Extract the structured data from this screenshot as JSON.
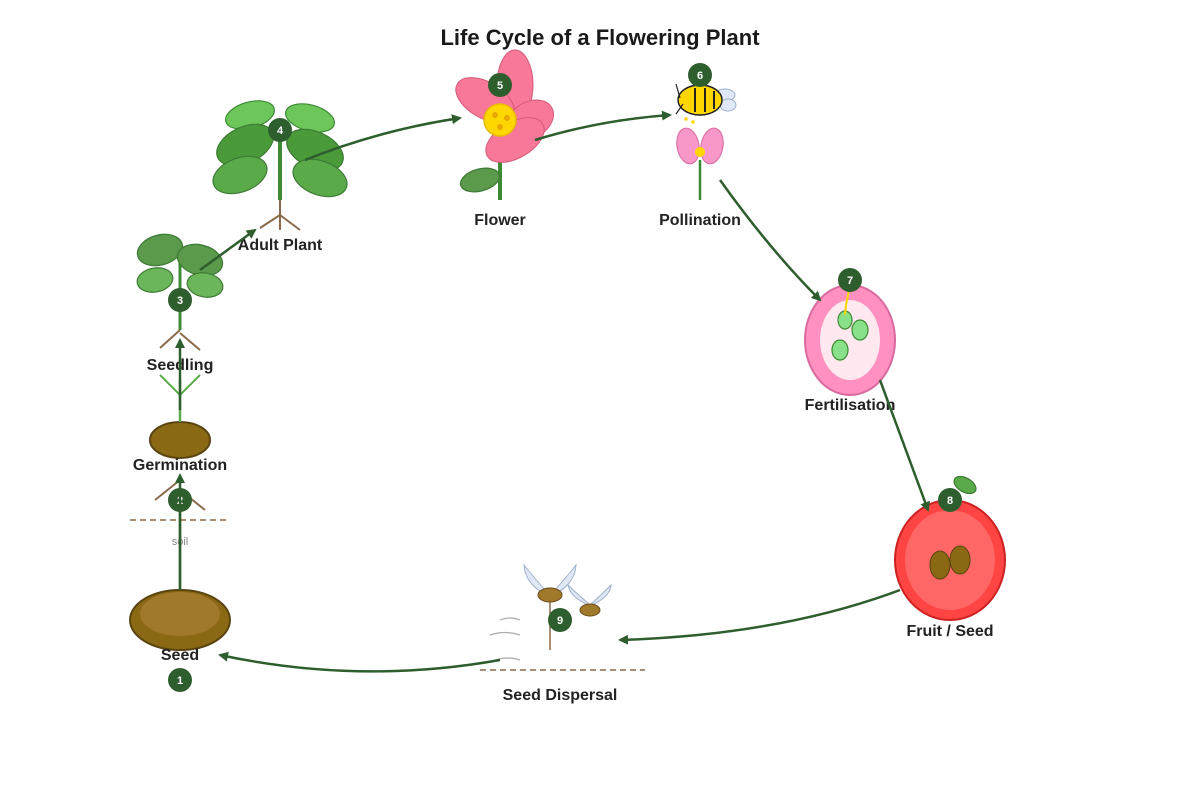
{
  "title": "Life Cycle of a Flowering Plant",
  "stages": [
    {
      "number": "1",
      "label": "Seed"
    },
    {
      "number": "2",
      "label": "Germination"
    },
    {
      "number": "3",
      "label": "Seedling"
    },
    {
      "number": "4",
      "label": "Adult Plant"
    },
    {
      "number": "5",
      "label": "Flower"
    },
    {
      "number": "6",
      "label": "Pollination"
    },
    {
      "number": "7",
      "label": "Fertilisation"
    },
    {
      "number": "8",
      "label": "Fruit / Seed"
    },
    {
      "number": "9",
      "label": "Seed Dispersal"
    }
  ],
  "soil_label": "soil",
  "colors": {
    "arrow": "#2e5e2e",
    "badge": "#2e5e2e",
    "leaf": "#5aaa4a",
    "leaf_dark": "#3d8a35",
    "petal": "#f77898",
    "pollen": "#ffd700",
    "fruit": "#ff4444",
    "seed": "#8b6914",
    "soil_line": "#8b6a4a"
  }
}
